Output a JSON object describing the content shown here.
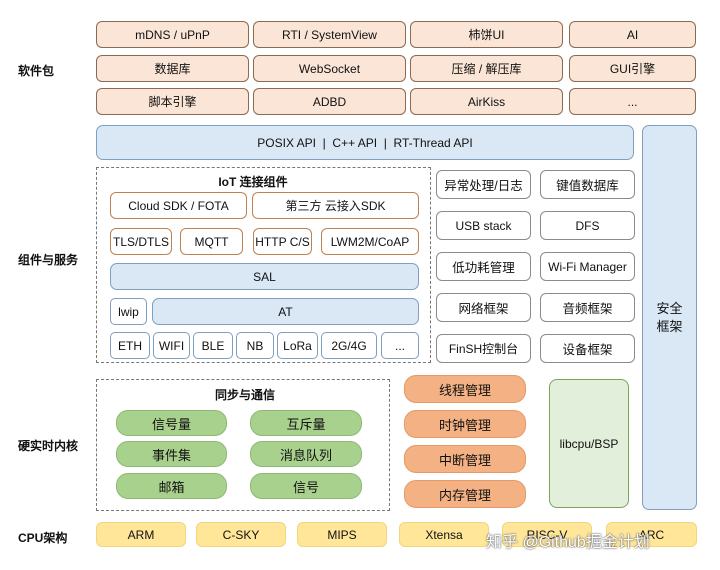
{
  "layers": {
    "software": "软件包",
    "components": "组件与服务",
    "kernel": "硬实时内核",
    "cpu": "CPU架构"
  },
  "software_packages": [
    "mDNS / uPnP",
    "RTI / SystemView",
    "柿饼UI",
    "AI",
    "数据库",
    "WebSocket",
    "压缩 / 解压库",
    "GUI引擎",
    "脚本引擎",
    "ADBD",
    "AirKiss",
    "..."
  ],
  "api_bar": "POSIX API  |  C++ API  |  RT-Thread API",
  "security": "安全\n框架",
  "iot": {
    "title": "IoT 连接组件",
    "cloud": [
      "Cloud SDK / FOTA",
      "第三方 云接入SDK"
    ],
    "protocols": [
      "TLS/DTLS",
      "MQTT",
      "HTTP C/S",
      "LWM2M/CoAP"
    ],
    "sal": "SAL",
    "lwip": "lwip",
    "at": "AT",
    "links": [
      "ETH",
      "WIFI",
      "BLE",
      "NB",
      "LoRa",
      "2G/4G",
      "..."
    ]
  },
  "services": [
    "异常处理/日志",
    "键值数据库",
    "USB stack",
    "DFS",
    "低功耗管理",
    "Wi-Fi Manager",
    "网络框架",
    "音频框架",
    "FinSH控制台",
    "设备框架"
  ],
  "sync": {
    "title": "同步与通信",
    "items": [
      "信号量",
      "互斥量",
      "事件集",
      "消息队列",
      "邮箱",
      "信号"
    ]
  },
  "kernel_mgmt": [
    "线程管理",
    "时钟管理",
    "中断管理",
    "内存管理"
  ],
  "libcpu": "libcpu/BSP",
  "cpus": [
    "ARM",
    "C-SKY",
    "MIPS",
    "Xtensa",
    "RISC-V",
    "ARC"
  ],
  "watermark": "知乎 @Github掘金计划",
  "colors": {
    "peach": "#fbe5d6",
    "blue": "#dae8f6",
    "green": "#a9d18e",
    "orange": "#f4b183",
    "light_green": "#e2efda",
    "yellow": "#ffe699"
  }
}
